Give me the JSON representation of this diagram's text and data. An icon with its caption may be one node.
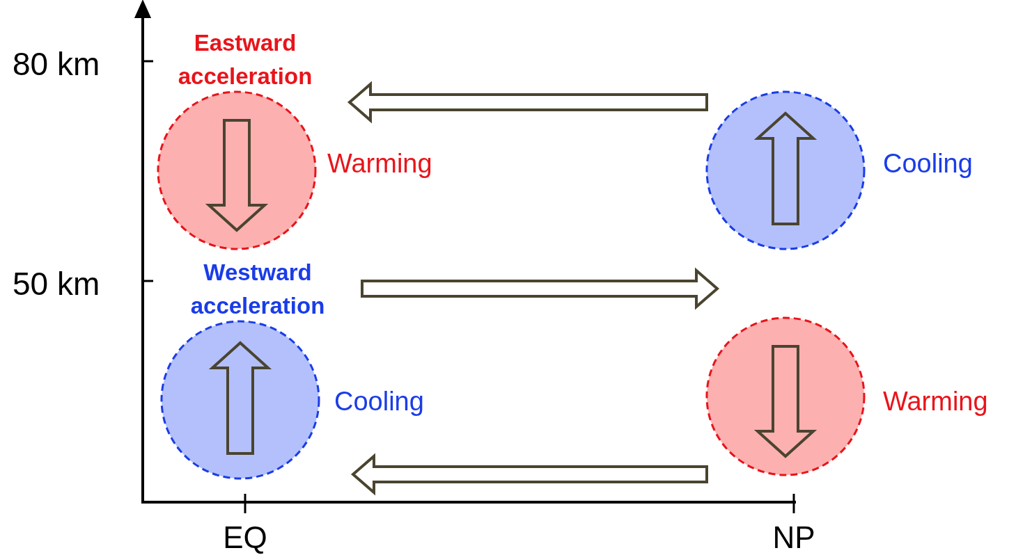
{
  "diagram": {
    "nodes": [
      {
        "text": [],
        "shape": "circle",
        "beside": [
          "Eastward acceleration",
          "Warming"
        ]
      },
      {
        "text": [],
        "shape": "circle",
        "beside": [
          "Cooling"
        ]
      },
      {
        "text": [],
        "shape": "circle",
        "beside": [
          "Westward acceleration",
          "Cooling"
        ]
      },
      {
        "text": [],
        "shape": "circle",
        "beside": [
          "Warming"
        ]
      }
    ],
    "edges": [
      {
        "from": 1,
        "to": 0,
        "arrow": "to"
      },
      {
        "from": 3,
        "to": 2,
        "arrow": "to"
      }
    ],
    "labels": [
      "80 km",
      "50 km",
      "EQ",
      "NP"
    ]
  }
}
